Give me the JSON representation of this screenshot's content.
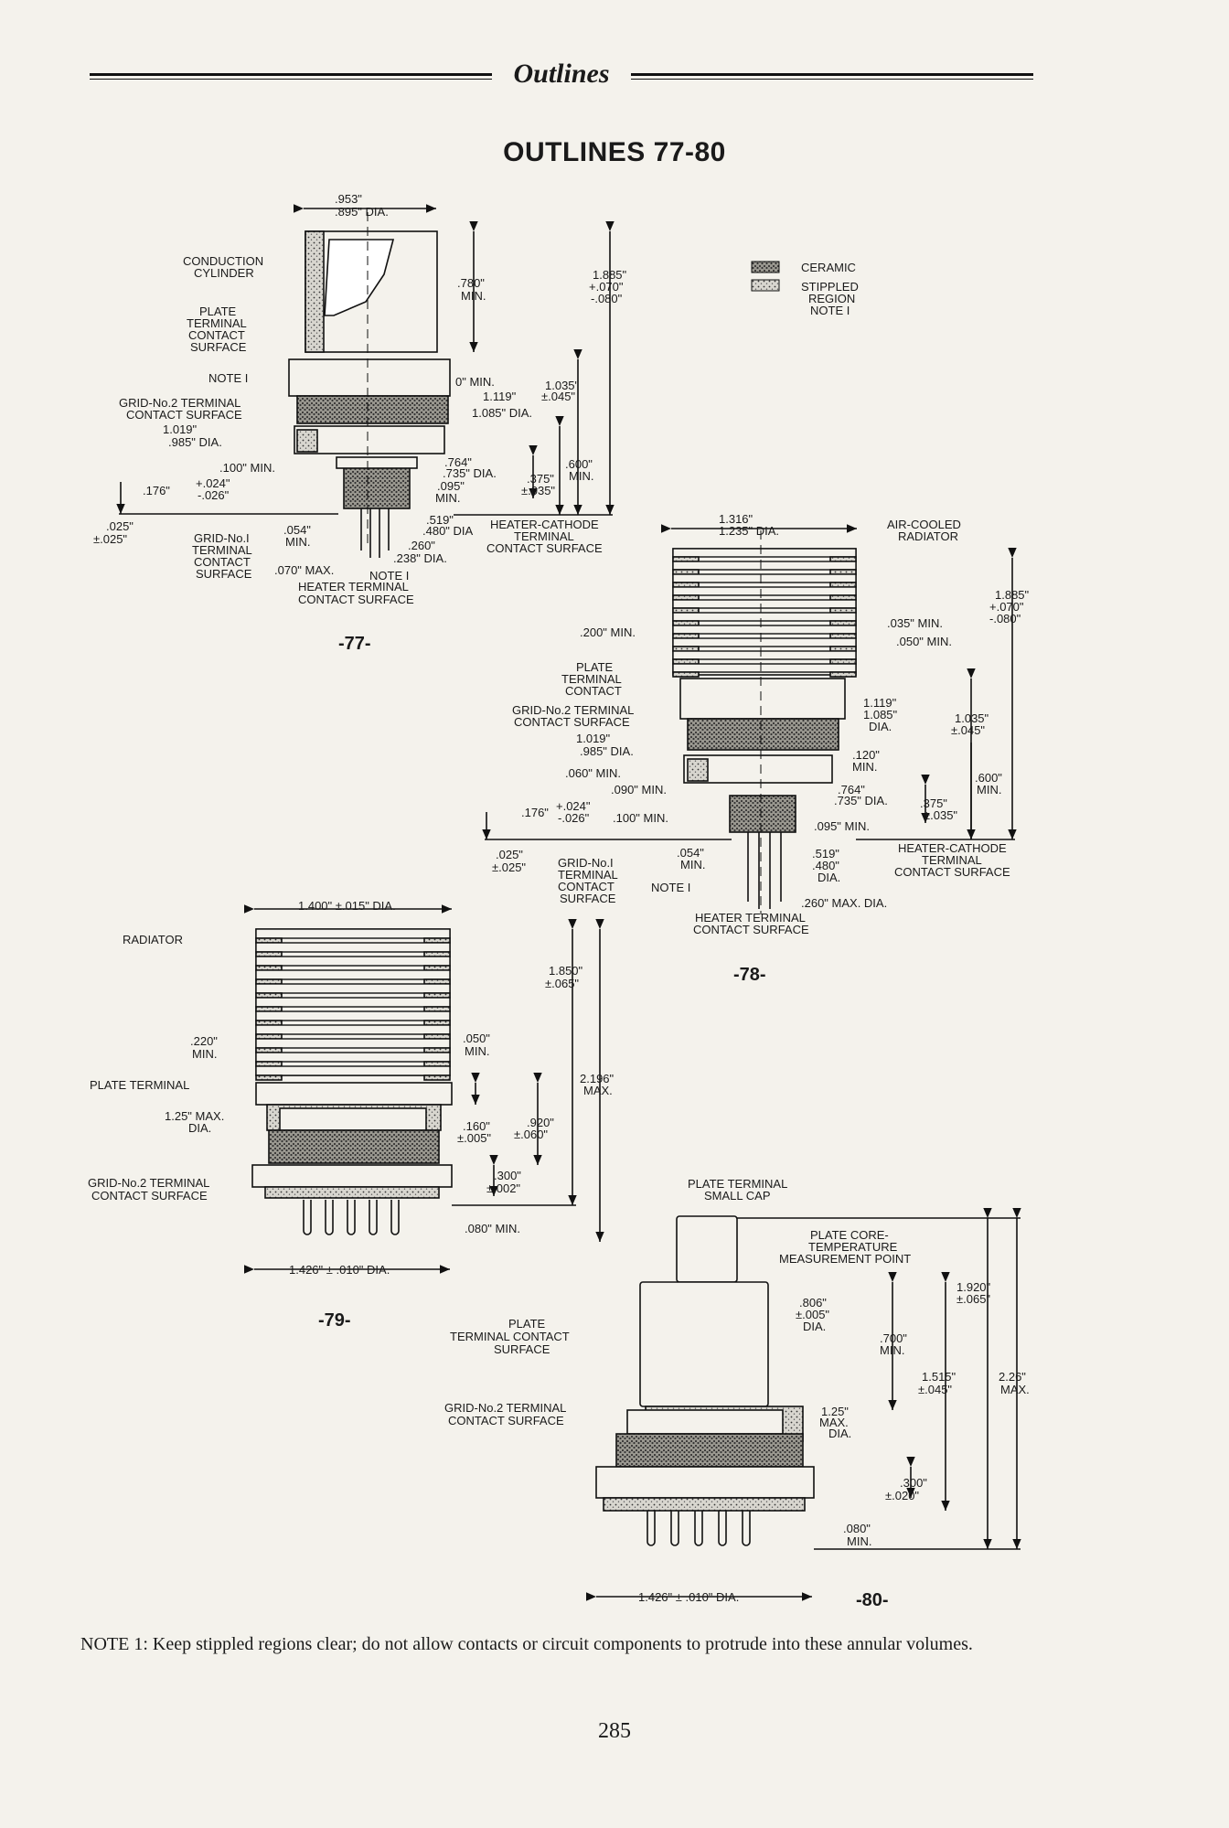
{
  "header": {
    "section_title": "Outlines"
  },
  "main_title": "OUTLINES 77-80",
  "legend": {
    "ceramic": "CERAMIC",
    "stippled": [
      "STIPPLED",
      "REGION",
      "NOTE I"
    ]
  },
  "fig77": {
    "number": "-77-",
    "labels": {
      "dia_top": [
        ".953\"",
        ".895\"  DIA."
      ],
      "conduction": [
        "CONDUCTION",
        "CYLINDER"
      ],
      "plate_contact": [
        "PLATE",
        "TERMINAL",
        "CONTACT",
        "SURFACE"
      ],
      "note1": "NOTE I",
      "grid2": [
        "GRID-No.2  TERMINAL",
        "CONTACT  SURFACE"
      ],
      "dia1019": [
        "1.019\"",
        ".985\"   DIA."
      ],
      "d100": ".100\"  MIN.",
      "d176": [
        ".176\"",
        "+.024\"",
        "-.026\""
      ],
      "d025": [
        ".025\"",
        "±.025\""
      ],
      "grid1": [
        "GRID-No.I",
        "TERMINAL",
        "CONTACT",
        "SURFACE"
      ],
      "d054": [
        ".054\"",
        "MIN."
      ],
      "d070": ".070\"  MAX.",
      "note1b": "NOTE I",
      "heater": [
        "HEATER  TERMINAL",
        "CONTACT  SURFACE"
      ],
      "d780": [
        ".780\"",
        "MIN."
      ],
      "d1885": [
        "1.885\"",
        "+.070\"",
        "-.080\""
      ],
      "d0min": "0\"  MIN.",
      "d1119": [
        "1.119\"",
        "1.085\"   DIA."
      ],
      "d1035": [
        "1.035\"",
        "±.045\""
      ],
      "d764": [
        ".764\"",
        ".735\"   DIA."
      ],
      "d095": [
        ".095\"",
        "MIN."
      ],
      "d375": [
        ".375\"",
        "±.035\""
      ],
      "d600": [
        ".600\"",
        "MIN."
      ],
      "d519": [
        ".519\"",
        ".480\"  DIA"
      ],
      "d260": [
        ".260\"",
        ".238\"   DIA."
      ],
      "heater_cathode": [
        "HEATER-CATHODE",
        "TERMINAL",
        "CONTACT  SURFACE"
      ]
    }
  },
  "fig78": {
    "number": "-78-",
    "labels": {
      "d1316": [
        "1.316\"",
        "1.235\"   DIA."
      ],
      "air_cooled": [
        "AIR-COOLED",
        "RADIATOR"
      ],
      "d1885": [
        "1.885\"",
        "+.070\"",
        "-.080\""
      ],
      "d035": ".035\"  MIN.",
      "d050": ".050\"  MIN.",
      "d200": ".200\"  MIN.",
      "plate_contact": [
        "PLATE",
        "TERMINAL",
        "CONTACT"
      ],
      "grid2": [
        "GRID-No.2  TERMINAL",
        "CONTACT  SURFACE"
      ],
      "dia1019": [
        "1.019\"",
        ".985\"   DIA."
      ],
      "d060": ".060\"  MIN.",
      "d090": ".090\"  MIN.",
      "d176": [
        ".176\"",
        "+.024\"",
        "-.026\""
      ],
      "d100": ".100\"  MIN.",
      "d025": [
        ".025\"",
        "±.025\""
      ],
      "d1119": [
        "1.119\"",
        "1.085\"",
        "DIA."
      ],
      "d1035": [
        "1.035\"",
        "±.045\""
      ],
      "d120": [
        ".120\"",
        "MIN."
      ],
      "d764": [
        ".764\"",
        ".735\"   DIA."
      ],
      "d375": [
        ".375\"",
        "±.035\""
      ],
      "d600": [
        ".600\"",
        "MIN."
      ],
      "d095": ".095\"  MIN.",
      "heater_cathode": [
        "HEATER-CATHODE",
        "TERMINAL",
        "CONTACT  SURFACE"
      ],
      "grid1": [
        "GRID-No.I",
        "TERMINAL",
        "CONTACT",
        "SURFACE"
      ],
      "d054": [
        ".054\"",
        "MIN."
      ],
      "note1": "NOTE I",
      "d519": [
        ".519\"",
        ".480\"",
        "DIA."
      ],
      "d260": ".260\"  MAX.  DIA.",
      "heater": [
        "HEATER  TERMINAL",
        "CONTACT  SURFACE"
      ]
    }
  },
  "fig79": {
    "number": "-79-",
    "labels": {
      "d1400": "1.400\" ±.015\"  DIA.",
      "radiator": "RADIATOR",
      "d1850": [
        "1.850\"",
        "±.065\""
      ],
      "d220": [
        ".220\"",
        "MIN."
      ],
      "d050": [
        ".050\"",
        "MIN."
      ],
      "d2196": [
        "2.196\"",
        "MAX."
      ],
      "plate_terminal": "PLATE  TERMINAL",
      "d125": [
        "1.25\"  MAX.",
        "DIA."
      ],
      "d920": [
        ".920\"",
        "±.060\""
      ],
      "d160": [
        ".160\"",
        "±.005\""
      ],
      "grid2": [
        "GRID-No.2  TERMINAL",
        "CONTACT  SURFACE"
      ],
      "d300": [
        ".300\"",
        "±.002\""
      ],
      "d080": ".080\"  MIN.",
      "d1426": "1.426\" ± .010\"  DIA."
    }
  },
  "fig80": {
    "number": "-80-",
    "labels": {
      "plate_cap": [
        "PLATE  TERMINAL",
        "SMALL  CAP"
      ],
      "core_temp": [
        "PLATE  CORE-",
        "TEMPERATURE",
        "MEASUREMENT  POINT"
      ],
      "d806": [
        ".806\"",
        "±.005\"",
        "DIA."
      ],
      "d700": [
        ".700\"",
        "MIN."
      ],
      "d1920": [
        "1.920\"",
        "±.065\""
      ],
      "plate_contact": [
        "PLATE",
        "TERMINAL  CONTACT",
        "SURFACE"
      ],
      "d1515": [
        "1.515\"",
        "±.045\""
      ],
      "d226": [
        "2.26\"",
        "MAX."
      ],
      "grid2": [
        "GRID-No.2  TERMINAL",
        "CONTACT  SURFACE"
      ],
      "d125": [
        "1.25\"",
        "MAX.",
        "DIA."
      ],
      "d300": [
        ".300\"",
        "±.020\""
      ],
      "d080": [
        ".080\"",
        "MIN."
      ],
      "d1426": "1.426\" ± .010\"  DIA."
    }
  },
  "note": "NOTE 1: Keep stippled regions clear; do not allow contacts or circuit components to protrude into these annular volumes.",
  "page_number": "285"
}
